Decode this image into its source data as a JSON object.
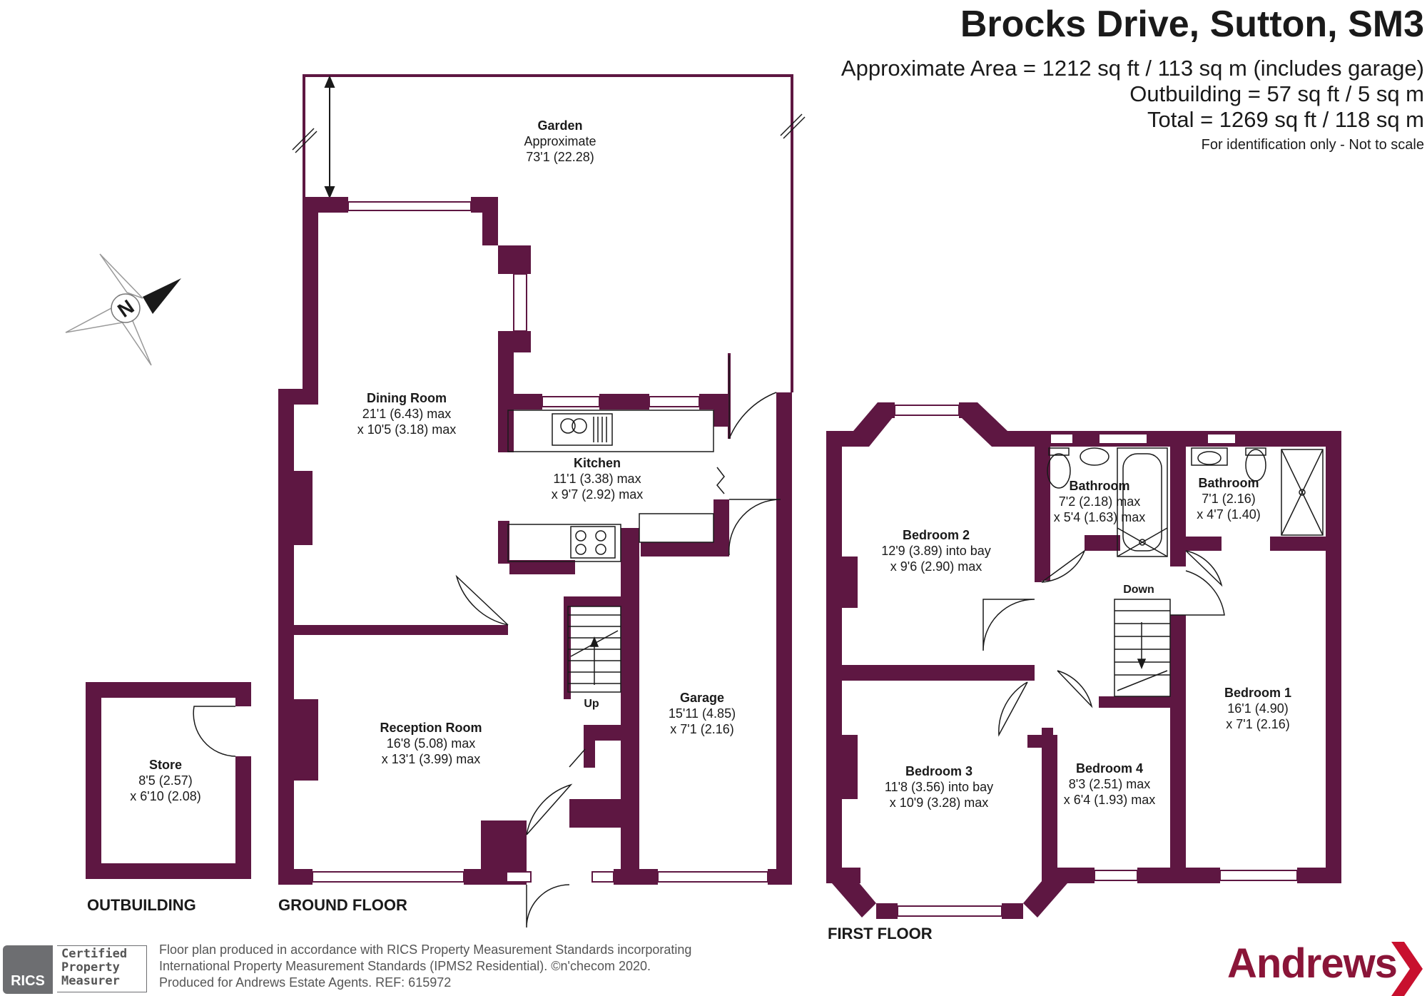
{
  "header": {
    "title": "Brocks Drive, Sutton, SM3",
    "area_line": "Approximate Area = 1212 sq ft / 113 sq m (includes garage)",
    "outbuilding_line": "Outbuilding = 57 sq ft / 5 sq m",
    "total_line": "Total = 1269 sq ft / 118 sq m",
    "disclaimer": "For identification only - Not to scale"
  },
  "rooms": {
    "garden": {
      "name": "Garden",
      "l1": "Approximate",
      "l2": "73'1 (22.28)"
    },
    "dining": {
      "name": "Dining Room",
      "l1": "21'1 (6.43) max",
      "l2": "x 10'5 (3.18) max"
    },
    "kitchen": {
      "name": "Kitchen",
      "l1": "11'1 (3.38) max",
      "l2": "x 9'7 (2.92) max"
    },
    "reception": {
      "name": "Reception Room",
      "l1": "16'8 (5.08) max",
      "l2": "x 13'1 (3.99) max"
    },
    "garage": {
      "name": "Garage",
      "l1": "15'11 (4.85)",
      "l2": "x 7'1 (2.16)"
    },
    "store": {
      "name": "Store",
      "l1": "8'5 (2.57)",
      "l2": "x 6'10 (2.08)"
    },
    "bed2": {
      "name": "Bedroom 2",
      "l1": "12'9 (3.89) into bay",
      "l2": "x 9'6 (2.90) max"
    },
    "bath_a": {
      "name": "Bathroom",
      "l1": "7'2 (2.18) max",
      "l2": "x 5'4 (1.63) max"
    },
    "bath_b": {
      "name": "Bathroom",
      "l1": "7'1 (2.16)",
      "l2": "x 4'7 (1.40)"
    },
    "bed1": {
      "name": "Bedroom 1",
      "l1": "16'1 (4.90)",
      "l2": "x 7'1 (2.16)"
    },
    "bed3": {
      "name": "Bedroom 3",
      "l1": "11'8 (3.56) into bay",
      "l2": "x 10'9 (3.28) max"
    },
    "bed4": {
      "name": "Bedroom 4",
      "l1": "8'3 (2.51) max",
      "l2": "x 6'4 (1.93) max"
    }
  },
  "labels": {
    "up": "Up",
    "down": "Down",
    "outbuilding": "OUTBUILDING",
    "ground_floor": "GROUND FLOOR",
    "first_floor": "FIRST FLOOR",
    "compass": "N"
  },
  "footer": {
    "line1": "Floor plan produced in accordance with RICS Property Measurement Standards incorporating",
    "line2": "International Property Measurement Standards (IPMS2 Residential).   ©n'checom 2020.",
    "line3": "Produced for Andrews Estate Agents.   REF:  615972"
  },
  "badge": {
    "org": "RICS",
    "l1": "Certified",
    "l2": "Property",
    "l3": "Measurer"
  },
  "brand": {
    "name": "Andrews"
  },
  "colors": {
    "wall": "#5e1742",
    "brand": "#8a1538",
    "text": "#1a1a1a",
    "badge": "#6d6e71"
  }
}
